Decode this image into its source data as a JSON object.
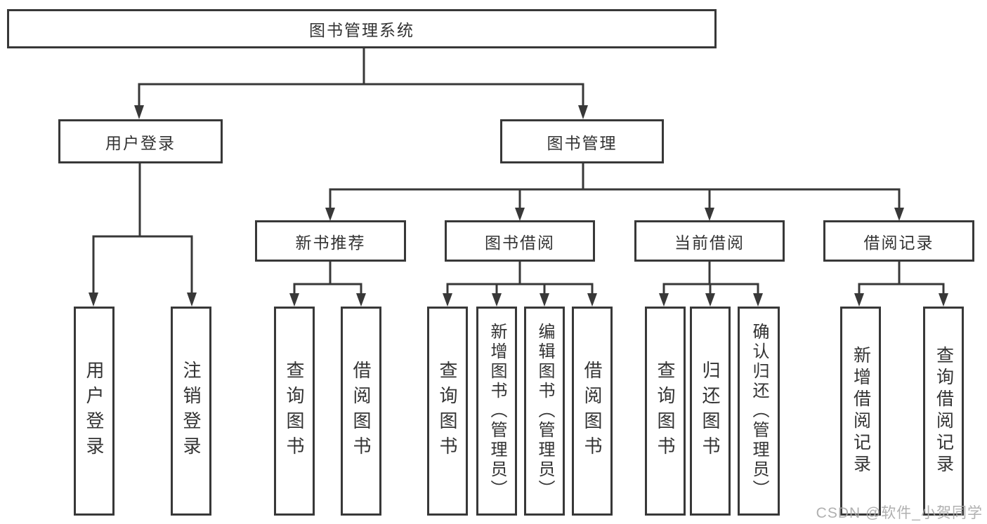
{
  "diagram": {
    "kind": "hierarchy-tree",
    "language": "zh-CN"
  },
  "colors": {
    "line": "#383838",
    "text": "#333333",
    "watermark": "#a8a8a8",
    "bg": "#ffffff"
  },
  "tree": {
    "label": "图书管理系统",
    "children": [
      {
        "label": "用户登录",
        "children": [
          {
            "label": "用户登录"
          },
          {
            "label": "注销登录"
          }
        ]
      },
      {
        "label": "图书管理",
        "children": [
          {
            "label": "新书推荐",
            "children": [
              {
                "label": "查询图书"
              },
              {
                "label": "借阅图书"
              }
            ]
          },
          {
            "label": "图书借阅",
            "children": [
              {
                "label": "查询图书"
              },
              {
                "label": "新增图书（管理员）"
              },
              {
                "label": "编辑图书（管理员）"
              },
              {
                "label": "借阅图书"
              }
            ]
          },
          {
            "label": "当前借阅",
            "children": [
              {
                "label": "查询图书"
              },
              {
                "label": "归还图书"
              },
              {
                "label": "确认归还（管理员）"
              }
            ]
          },
          {
            "label": "借阅记录",
            "children": [
              {
                "label": "新增借阅记录"
              },
              {
                "label": "查询借阅记录"
              }
            ]
          }
        ]
      }
    ]
  },
  "watermark": {
    "text": "CSDN @软件_小贺同学"
  }
}
